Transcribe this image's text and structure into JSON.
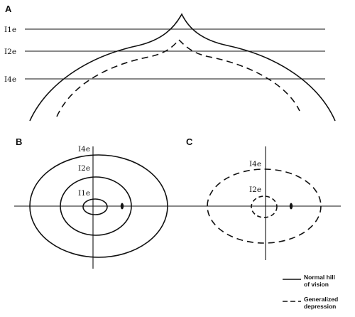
{
  "panels": {
    "a": {
      "letter": "A",
      "levels": [
        "I1e",
        "I2e",
        "I4e"
      ]
    },
    "b": {
      "letter": "B",
      "levels": [
        "I4e",
        "I2e",
        "I1e"
      ]
    },
    "c": {
      "letter": "C",
      "levels": [
        "I4e",
        "I2e"
      ]
    }
  },
  "legend": {
    "normal": {
      "line1": "Normal hill",
      "line2": "of vision"
    },
    "depression": {
      "line1": "Generalized",
      "line2": "depression"
    }
  },
  "colors": {
    "ink": "#111111",
    "background": "#ffffff"
  }
}
